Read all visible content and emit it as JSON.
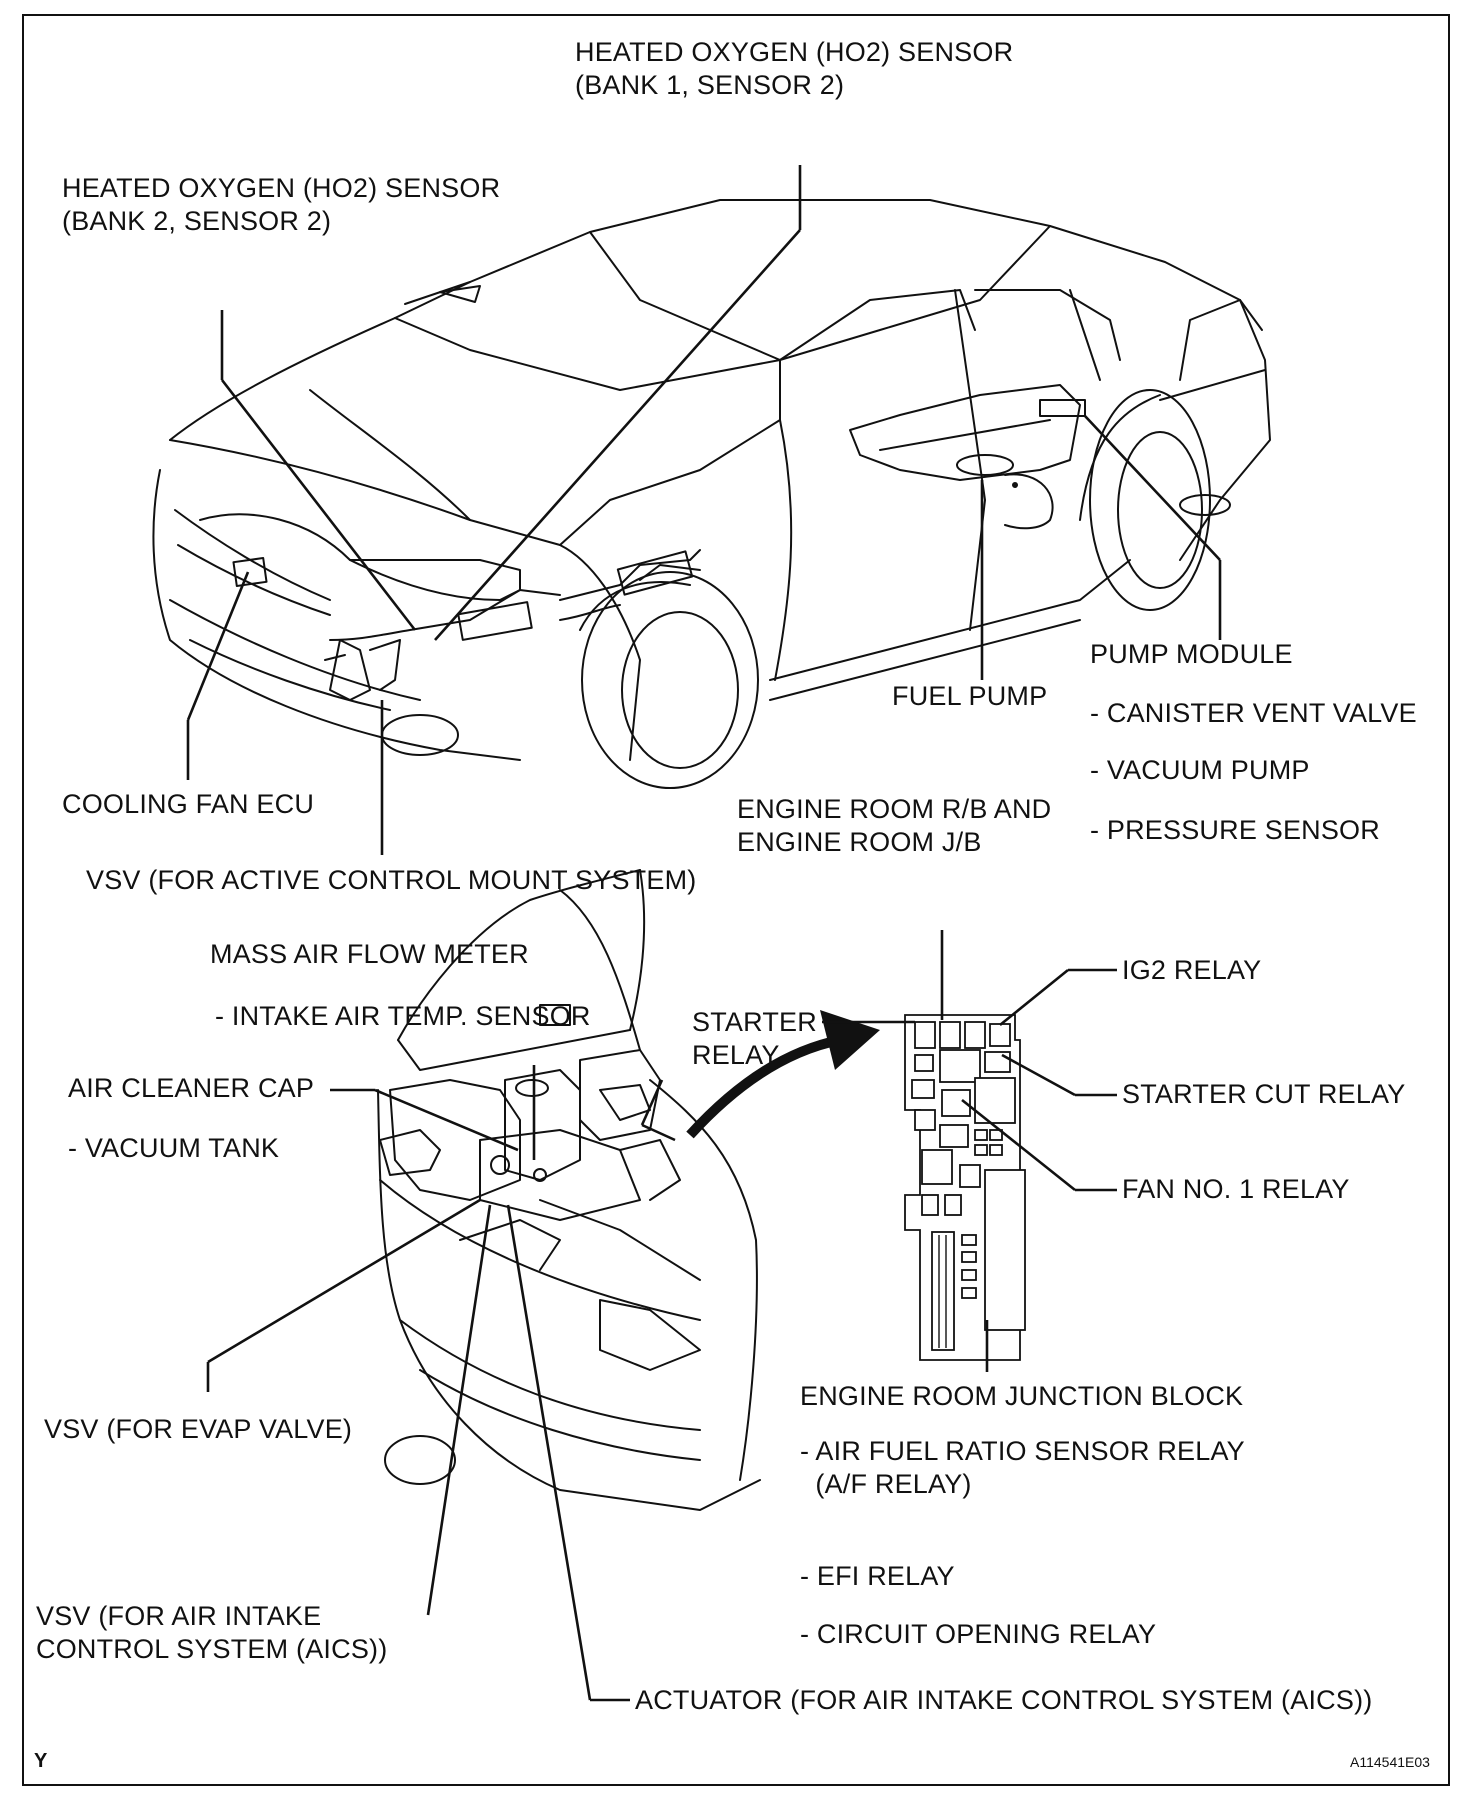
{
  "labels": {
    "ho2_b1s2": "HEATED OXYGEN (HO2) SENSOR\n(BANK 1, SENSOR 2)",
    "ho2_b2s2": "HEATED OXYGEN (HO2) SENSOR\n(BANK 2, SENSOR 2)",
    "pump_module": "PUMP MODULE",
    "canister_vent_valve": "- CANISTER VENT VALVE",
    "vacuum_pump": "- VACUUM PUMP",
    "pressure_sensor": "- PRESSURE SENSOR",
    "fuel_pump": "FUEL PUMP",
    "cooling_fan_ecu": "COOLING FAN ECU",
    "vsv_acm": "VSV (FOR ACTIVE CONTROL MOUNT SYSTEM)",
    "engine_room_rb_jb": "ENGINE ROOM R/B AND\nENGINE ROOM J/B",
    "mass_air_flow_meter": "MASS AIR FLOW METER",
    "intake_air_temp_sensor": "- INTAKE AIR TEMP. SENSOR",
    "air_cleaner_cap": "AIR CLEANER CAP",
    "vacuum_tank": "- VACUUM TANK",
    "starter_relay": "STARTER\nRELAY",
    "ig2_relay": "IG2 RELAY",
    "starter_cut_relay": "STARTER CUT RELAY",
    "fan_no1_relay": "FAN NO. 1 RELAY",
    "vsv_evap": "VSV (FOR EVAP VALVE)",
    "engine_room_junction_block": "ENGINE ROOM JUNCTION BLOCK",
    "af_relay": "- AIR FUEL RATIO SENSOR RELAY\n  (A/F RELAY)",
    "efi_relay": "- EFI RELAY",
    "circuit_opening_relay": "- CIRCUIT OPENING RELAY",
    "vsv_aics": "VSV (FOR AIR INTAKE\nCONTROL SYSTEM (AICS))",
    "actuator_aics": "ACTUATOR (FOR AIR INTAKE CONTROL SYSTEM (AICS))"
  },
  "corner_mark": "Y",
  "figure_id": "A114541E03"
}
